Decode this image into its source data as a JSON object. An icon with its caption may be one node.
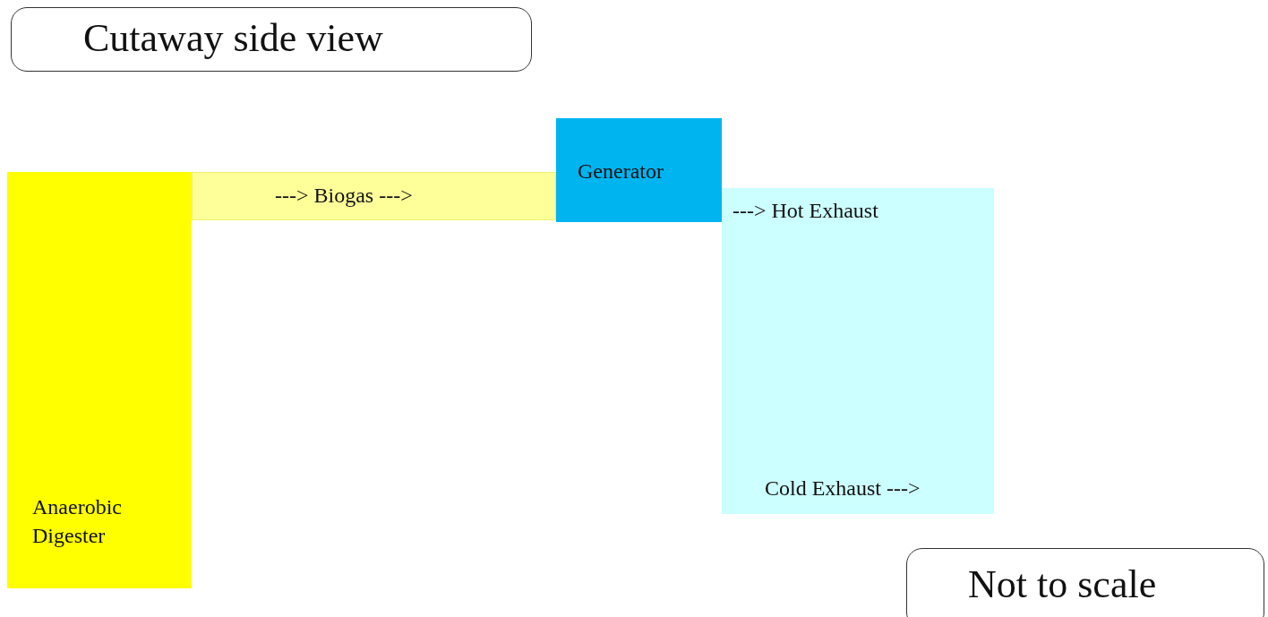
{
  "diagram": {
    "nodes": [
      {
        "text": [
          "Cutaway side view"
        ]
      },
      {
        "text": [
          "Anaerobic Digester"
        ]
      },
      {
        "text": [
          "---> Biogas --->"
        ]
      },
      {
        "text": [
          "Generator"
        ]
      },
      {
        "text": [
          "---> Hot Exhaust",
          "Cold Exhaust --->"
        ]
      },
      {
        "text": [
          "Not to scale"
        ]
      }
    ]
  }
}
